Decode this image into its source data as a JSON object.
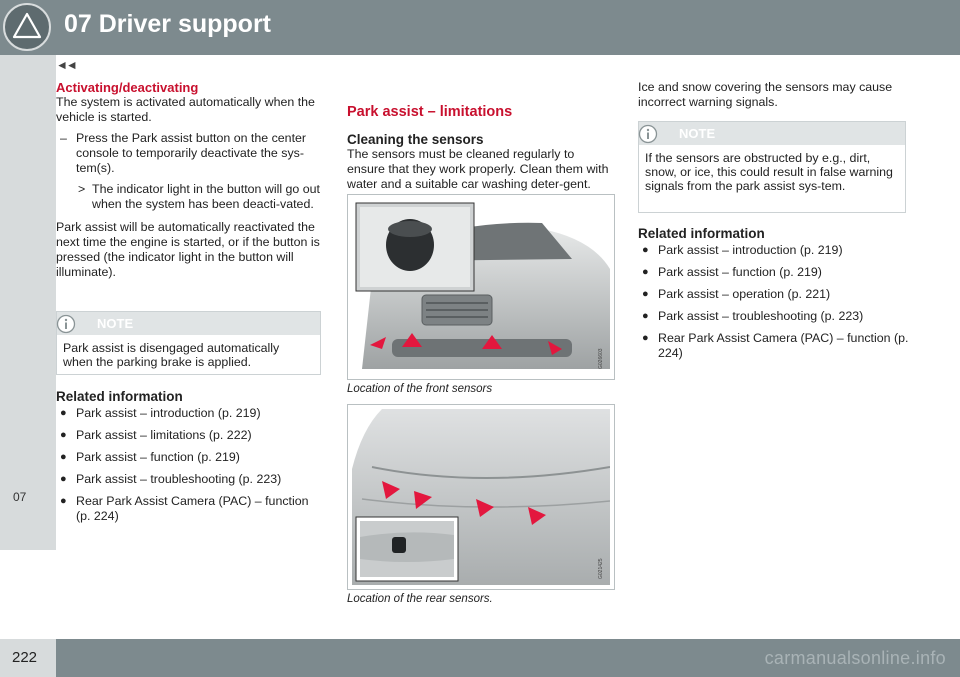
{
  "header": {
    "title": "07 Driver support",
    "icon": "warning-triangle-icon",
    "back": "◄◄"
  },
  "side_tab": {
    "label": "07"
  },
  "footer": {
    "page_number": "222",
    "watermark": "carmanualsonline.info"
  },
  "colors": {
    "accent": "#c8102e",
    "header_bg": "#7d8a8e",
    "tab_bg": "#d7dbdc"
  },
  "col1": {
    "heading": "Activating/deactivating",
    "intro": "The system is activated automatically when the vehicle is started.",
    "step_marker": "–",
    "step": "Press the Park assist button on the center console to temporarily deactivate the sys-tem(s).",
    "result_marker": ">",
    "result": "The indicator light in the button will go out when the system has been deacti-vated.",
    "para": "Park assist will be automatically reactivated the next time the engine is started, or if the button is pressed (the indicator light in the button will illuminate).",
    "note": {
      "label": "NOTE",
      "text": "Park assist is disengaged automatically when the parking brake is applied."
    },
    "related_heading": "Related information",
    "related": [
      "Park assist – introduction (p. 219)",
      "Park assist – limitations (p. 222)",
      "Park assist – function (p. 219)",
      "Park assist – troubleshooting (p. 223)",
      "Rear Park Assist Camera (PAC) – function (p. 224)"
    ]
  },
  "col2": {
    "heading": "Park assist – limitations",
    "subheading": "Cleaning the sensors",
    "para": "The sensors must be cleaned regularly to ensure that they work properly. Clean them with water and a suitable car washing deter-gent.",
    "figure1": {
      "code": "G026603",
      "caption": "Location of the front sensors"
    },
    "figure2": {
      "code": "G021425",
      "caption": "Location of the rear sensors."
    }
  },
  "col3": {
    "para": "Ice and snow covering the sensors may cause incorrect warning signals.",
    "note": {
      "label": "NOTE",
      "text": "If the sensors are obstructed by e.g., dirt, snow, or ice, this could result in false warning signals from the park assist sys-tem."
    },
    "related_heading": "Related information",
    "related": [
      "Park assist – introduction (p. 219)",
      "Park assist – function (p. 219)",
      "Park assist – operation (p. 221)",
      "Park assist – troubleshooting (p. 223)",
      "Rear Park Assist Camera (PAC) – function (p. 224)"
    ]
  },
  "bullet": "●"
}
